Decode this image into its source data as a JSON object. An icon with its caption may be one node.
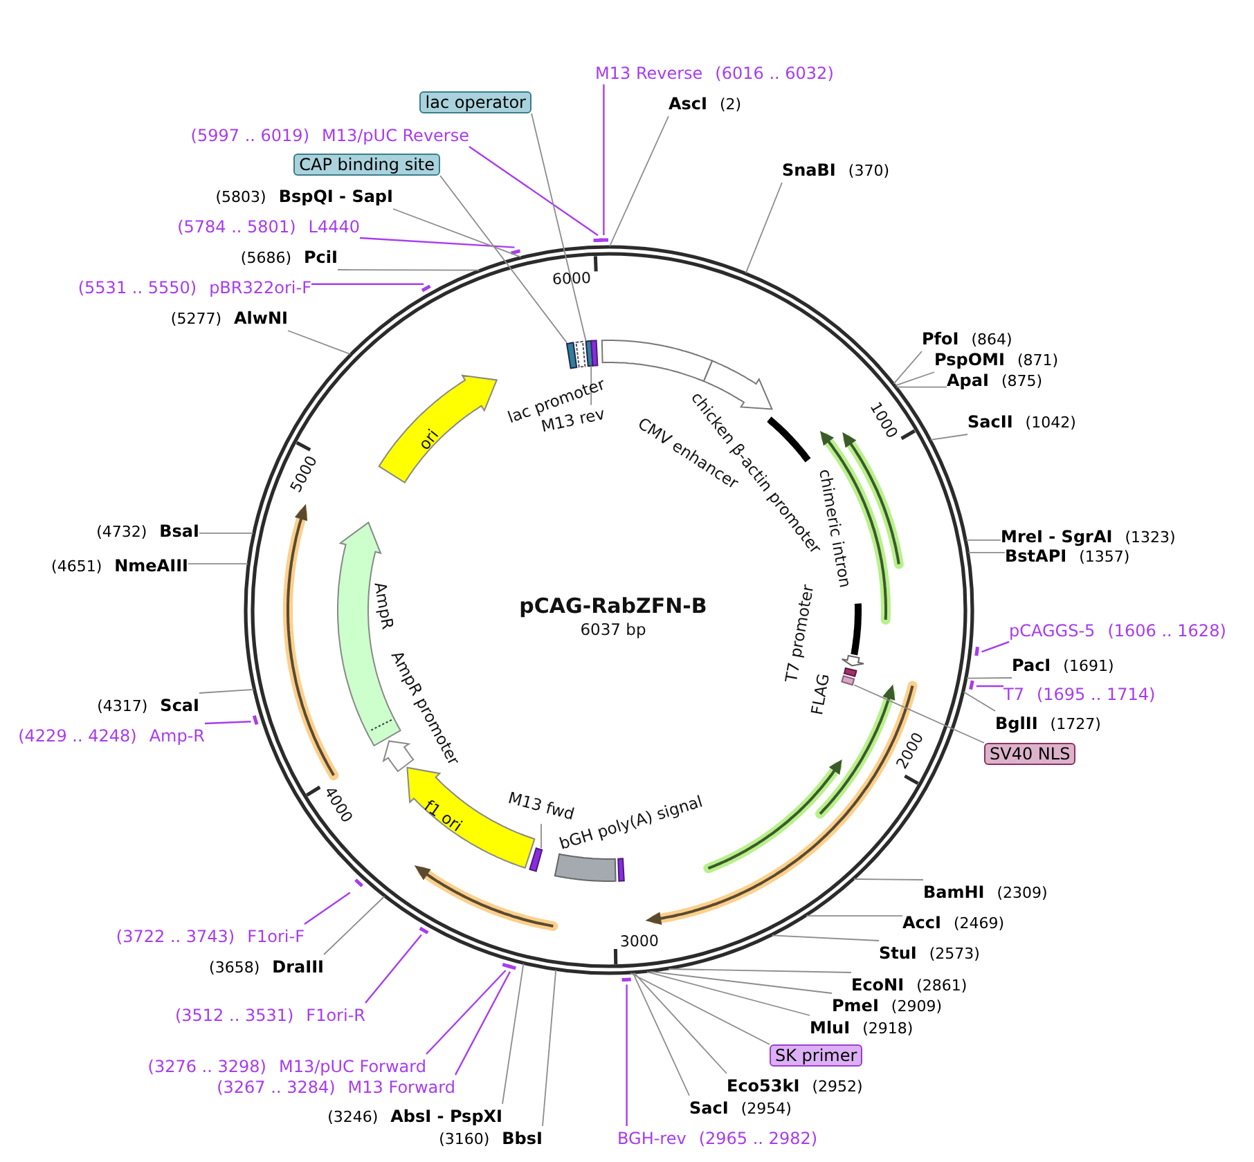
{
  "diagram": {
    "title": "pCAG-RabZFN-B",
    "nodes": [
      {
        "text": [
          "M13 Reverse",
          "(6016 .. 6032)"
        ]
      },
      {
        "text": [
          "AscI",
          "(2)"
        ]
      },
      {
        "text": [
          "SnaBI",
          "(370)"
        ]
      },
      {
        "text": [
          "PfoI",
          "(864)"
        ]
      },
      {
        "text": [
          "PspOMI",
          "(871)"
        ]
      },
      {
        "text": [
          "ApaI",
          "(875)"
        ]
      },
      {
        "text": [
          "SacII",
          "(1042)"
        ]
      },
      {
        "text": [
          "MreI - SgrAI",
          "(1323)"
        ]
      },
      {
        "text": [
          "BstAPI",
          "(1357)"
        ]
      },
      {
        "text": [
          "pCAGGS-5",
          "(1606 .. 1628)"
        ]
      },
      {
        "text": [
          "PacI",
          "(1691)"
        ]
      },
      {
        "text": [
          "T7",
          "(1695 .. 1714)"
        ]
      },
      {
        "text": [
          "BglII",
          "(1727)"
        ]
      },
      {
        "text": [
          "SV40 NLS"
        ]
      },
      {
        "text": [
          "BamHI",
          "(2309)"
        ]
      },
      {
        "text": [
          "AccI",
          "(2469)"
        ]
      },
      {
        "text": [
          "StuI",
          "(2573)"
        ]
      },
      {
        "text": [
          "EcoNI",
          "(2861)"
        ]
      },
      {
        "text": [
          "PmeI",
          "(2909)"
        ]
      },
      {
        "text": [
          "MluI",
          "(2918)"
        ]
      },
      {
        "text": [
          "SK primer"
        ]
      },
      {
        "text": [
          "Eco53kI",
          "(2952)"
        ]
      },
      {
        "text": [
          "SacI",
          "(2954)"
        ]
      },
      {
        "text": [
          "BGH-rev",
          "(2965 .. 2982)"
        ]
      },
      {
        "text": [
          "(3160)",
          "BbsI"
        ]
      },
      {
        "text": [
          "(3246)",
          "AbsI - PspXI"
        ]
      },
      {
        "text": [
          "(3267 .. 3284)",
          "M13 Forward"
        ]
      },
      {
        "text": [
          "(3276 .. 3298)",
          "M13/pUC Forward"
        ]
      },
      {
        "text": [
          "(3512 .. 3531)",
          "F1ori-R"
        ]
      },
      {
        "text": [
          "(3658)",
          "DraIII"
        ]
      },
      {
        "text": [
          "(3722 .. 3743)",
          "F1ori-F"
        ]
      },
      {
        "text": [
          "(4229 .. 4248)",
          "Amp-R"
        ]
      },
      {
        "text": [
          "(4317)",
          "ScaI"
        ]
      },
      {
        "text": [
          "(4651)",
          "NmeAIII"
        ]
      },
      {
        "text": [
          "(4732)",
          "BsaI"
        ]
      },
      {
        "text": [
          "(5277)",
          "AlwNI"
        ]
      },
      {
        "text": [
          "(5531 .. 5550)",
          "pBR322ori-F"
        ]
      },
      {
        "text": [
          "(5686)",
          "PciI"
        ]
      },
      {
        "text": [
          "(5784 .. 5801)",
          "L4440"
        ]
      },
      {
        "text": [
          "(5803)",
          "BspQI - SapI"
        ]
      },
      {
        "text": [
          "CAP binding site"
        ]
      },
      {
        "text": [
          "(5997 .. 6019)",
          "M13/pUC Reverse"
        ]
      },
      {
        "text": [
          "lac operator"
        ]
      },
      {
        "text": [
          "lac promoter"
        ]
      },
      {
        "text": [
          "M13 rev"
        ]
      },
      {
        "text": [
          "CMV enhancer"
        ]
      },
      {
        "text": [
          "chicken β-actin promoter"
        ]
      },
      {
        "text": [
          "chimeric intron"
        ]
      },
      {
        "text": [
          "T7 promoter"
        ]
      },
      {
        "text": [
          "FLAG"
        ]
      },
      {
        "text": [
          "ori"
        ]
      },
      {
        "text": [
          "AmpR"
        ]
      },
      {
        "text": [
          "AmpR promoter"
        ]
      },
      {
        "text": [
          "f1 ori"
        ]
      },
      {
        "text": [
          "M13 fwd"
        ]
      },
      {
        "text": [
          "bGH poly(A) signal"
        ]
      },
      {
        "text": [],
        "shape": "box"
      },
      {
        "text": [],
        "shape": "box"
      },
      {
        "text": [],
        "shape": "box"
      },
      {
        "text": [],
        "shape": "box"
      },
      {
        "text": [],
        "shape": "box"
      }
    ],
    "edges": [
      {
        "from": 0,
        "to": null,
        "arrow": "none",
        "color": "#a83cf0"
      },
      {
        "from": 1,
        "to": null,
        "arrow": "none"
      },
      {
        "from": 2,
        "to": null,
        "arrow": "none"
      },
      {
        "from": 3,
        "to": null,
        "arrow": "none"
      },
      {
        "from": 4,
        "to": null,
        "arrow": "none"
      },
      {
        "from": 5,
        "to": null,
        "arrow": "none"
      },
      {
        "from": 6,
        "to": null,
        "arrow": "none"
      },
      {
        "from": 7,
        "to": null,
        "arrow": "none"
      },
      {
        "from": 8,
        "to": null,
        "arrow": "none"
      },
      {
        "from": 9,
        "to": null,
        "arrow": "none",
        "color": "#a83cf0"
      },
      {
        "from": 10,
        "to": null,
        "arrow": "none"
      },
      {
        "from": 11,
        "to": null,
        "arrow": "none",
        "color": "#a83cf0"
      },
      {
        "from": 12,
        "to": null,
        "arrow": "none"
      },
      {
        "from": 13,
        "to": 59,
        "arrow": "none"
      },
      {
        "from": 14,
        "to": null,
        "arrow": "none"
      },
      {
        "from": 15,
        "to": null,
        "arrow": "none"
      },
      {
        "from": 16,
        "to": null,
        "arrow": "none"
      },
      {
        "from": 17,
        "to": null,
        "arrow": "none"
      },
      {
        "from": 18,
        "to": null,
        "arrow": "none"
      },
      {
        "from": 19,
        "to": null,
        "arrow": "none"
      },
      {
        "from": 20,
        "to": null,
        "arrow": "none"
      },
      {
        "from": 21,
        "to": null,
        "arrow": "none"
      },
      {
        "from": 22,
        "to": null,
        "arrow": "none"
      },
      {
        "from": 23,
        "to": null,
        "arrow": "none",
        "color": "#a83cf0"
      },
      {
        "from": 24,
        "to": null,
        "arrow": "none"
      },
      {
        "from": 25,
        "to": null,
        "arrow": "none"
      },
      {
        "from": 26,
        "to": null,
        "arrow": "none",
        "color": "#a83cf0"
      },
      {
        "from": 27,
        "to": null,
        "arrow": "none",
        "color": "#a83cf0"
      },
      {
        "from": 28,
        "to": null,
        "arrow": "none",
        "color": "#a83cf0"
      },
      {
        "from": 29,
        "to": null,
        "arrow": "none"
      },
      {
        "from": 30,
        "to": null,
        "arrow": "none",
        "color": "#a83cf0"
      },
      {
        "from": 31,
        "to": null,
        "arrow": "none",
        "color": "#a83cf0"
      },
      {
        "from": 32,
        "to": null,
        "arrow": "none"
      },
      {
        "from": 33,
        "to": null,
        "arrow": "none"
      },
      {
        "from": 34,
        "to": null,
        "arrow": "none"
      },
      {
        "from": 35,
        "to": null,
        "arrow": "none"
      },
      {
        "from": 36,
        "to": null,
        "arrow": "none",
        "color": "#a83cf0"
      },
      {
        "from": 37,
        "to": null,
        "arrow": "none"
      },
      {
        "from": 38,
        "to": null,
        "arrow": "none",
        "color": "#a83cf0"
      },
      {
        "from": 39,
        "to": null,
        "arrow": "none"
      },
      {
        "from": 40,
        "to": 56,
        "arrow": "none"
      },
      {
        "from": 41,
        "to": null,
        "arrow": "none",
        "color": "#a83cf0"
      },
      {
        "from": 42,
        "to": 57,
        "arrow": "none"
      },
      {
        "from": 44,
        "to": 58,
        "arrow": "none"
      },
      {
        "from": 54,
        "to": 60,
        "arrow": "none"
      }
    ],
    "labels": [
      "6037 bp",
      "6000",
      "1000",
      "2000",
      "3000",
      "4000",
      "5000"
    ]
  }
}
